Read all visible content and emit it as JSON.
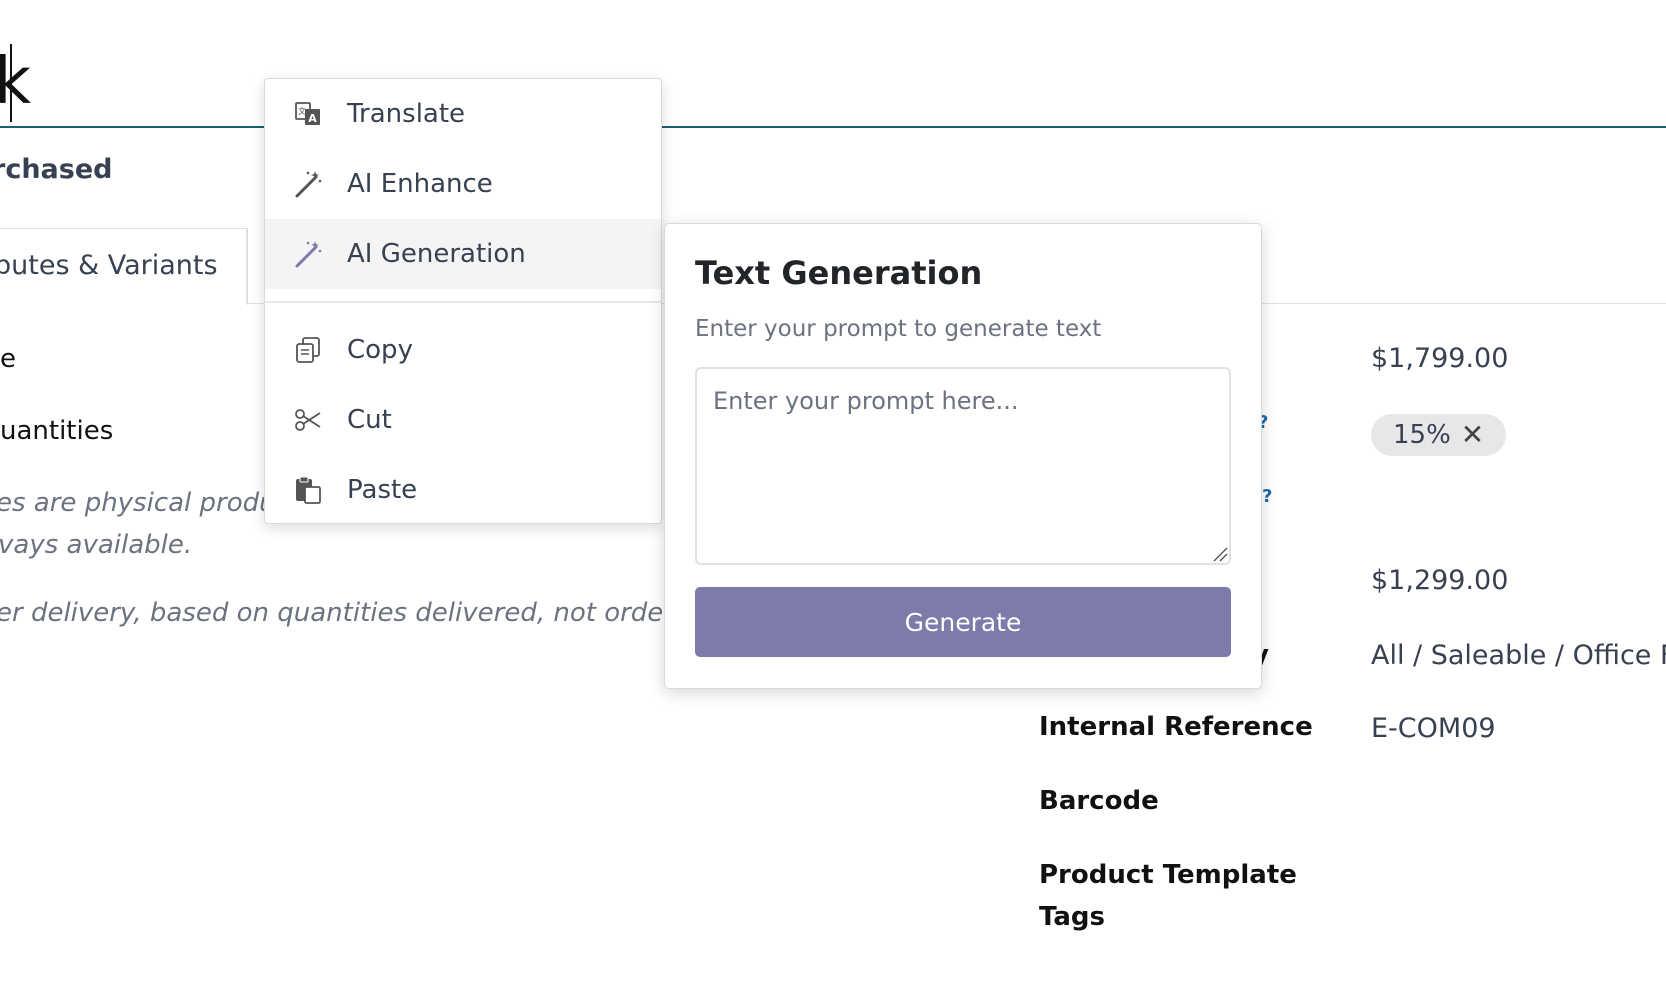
{
  "form": {
    "name_fragment": "k",
    "checkbox_label": "rchased",
    "tab_label": "butes & Variants",
    "left_fields": {
      "field_1": "e",
      "field_2": "uantities"
    },
    "help_lines": [
      "es are physical produ",
      "vays available.",
      "er delivery, based on quantities delivered, not ordere"
    ],
    "help_marker": "?",
    "right_values": {
      "sales_price": "$1,799.00",
      "tax_pill": "15%",
      "cost": "$1,299.00",
      "category_partial_label": "y",
      "category": "All / Saleable / Office Fu"
    },
    "right_labels": {
      "internal_reference": "Internal Reference",
      "barcode": "Barcode",
      "product_template_tags_line1": "Product Template",
      "product_template_tags_line2": "Tags"
    },
    "internal_reference_value": "E-COM09"
  },
  "context_menu": {
    "items": [
      {
        "label": "Translate",
        "icon": "translate-icon"
      },
      {
        "label": "AI Enhance",
        "icon": "magic-wand-icon"
      },
      {
        "label": "AI Generation",
        "icon": "magic-wand-icon"
      },
      {
        "label": "Copy",
        "icon": "copy-icon"
      },
      {
        "label": "Cut",
        "icon": "scissors-icon"
      },
      {
        "label": "Paste",
        "icon": "paste-icon"
      }
    ]
  },
  "text_generation": {
    "title": "Text Generation",
    "subtitle": "Enter your prompt to generate text",
    "placeholder": "Enter your prompt here...",
    "button_label": "Generate"
  },
  "colors": {
    "accent_underline": "#1d5f6e",
    "generate_button": "#7c7ba9",
    "ai_generation_icon": "#7c7ba9",
    "help_link": "#1f6aa8"
  }
}
